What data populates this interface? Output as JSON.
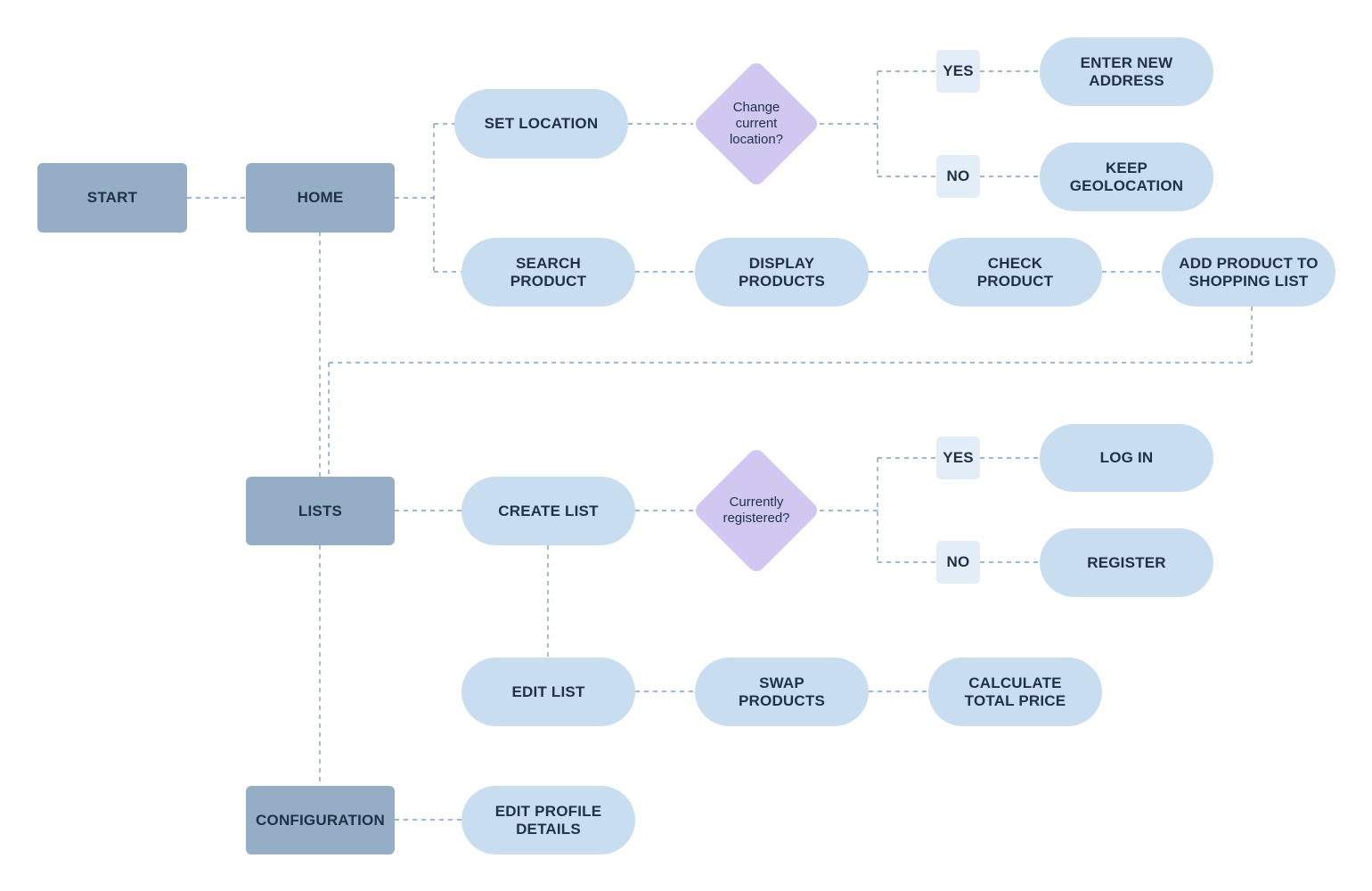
{
  "diagram": {
    "colors": {
      "screen": "#95aec6",
      "action": "#c8ddf0",
      "decision": "#d0c8f0",
      "option": "#e3edf7",
      "connector": "#7d9fc8",
      "text": "#1f3147"
    },
    "nodes": {
      "start": "START",
      "home": "HOME",
      "lists": "LISTS",
      "configuration": "CONFIGURATION",
      "set_location": "SET LOCATION",
      "change_location": "Change\ncurrent\nlocation?",
      "yes_1": "YES",
      "no_1": "NO",
      "enter_new_address": "ENTER NEW\nADDRESS",
      "keep_geolocation": "KEEP\nGEOLOCATION",
      "search_product": "SEARCH\nPRODUCT",
      "display_products": "DISPLAY\nPRODUCTS",
      "check_product": "CHECK\nPRODUCT",
      "add_product": "ADD PRODUCT TO\nSHOPPING LIST",
      "create_list": "CREATE LIST",
      "currently_registered": "Currently\nregistered?",
      "yes_2": "YES",
      "no_2": "NO",
      "log_in": "LOG IN",
      "register": "REGISTER",
      "edit_list": "EDIT LIST",
      "swap_products": "SWAP\nPRODUCTS",
      "calculate_total": "CALCULATE\nTOTAL PRICE",
      "edit_profile": "EDIT PROFILE\nDETAILS"
    }
  }
}
